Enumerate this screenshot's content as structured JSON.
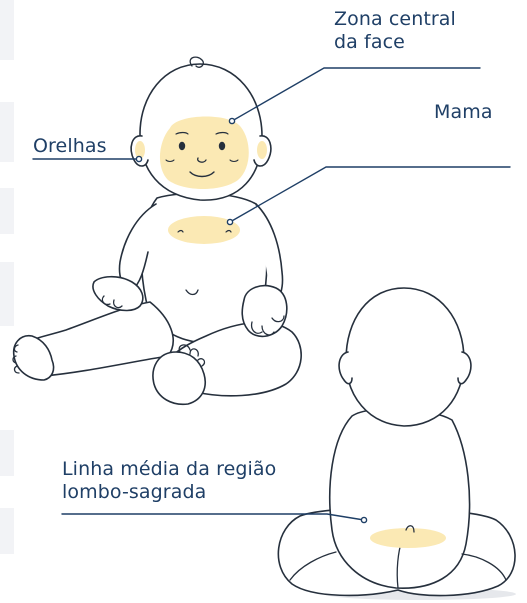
{
  "labels": {
    "face": {
      "line1": "Zona central",
      "line2": "da face"
    },
    "ears": "Orelhas",
    "breast": "Mama",
    "lumbosacral": {
      "line1": "Linha média da região",
      "line2": "lombo-sagrada"
    }
  },
  "colors": {
    "label_text": "#1f3f66",
    "leader_line": "#1f3f66",
    "highlight_zone": "#fbe9b4",
    "outline": "#26303d",
    "background_strip": "#f2f3f6"
  }
}
